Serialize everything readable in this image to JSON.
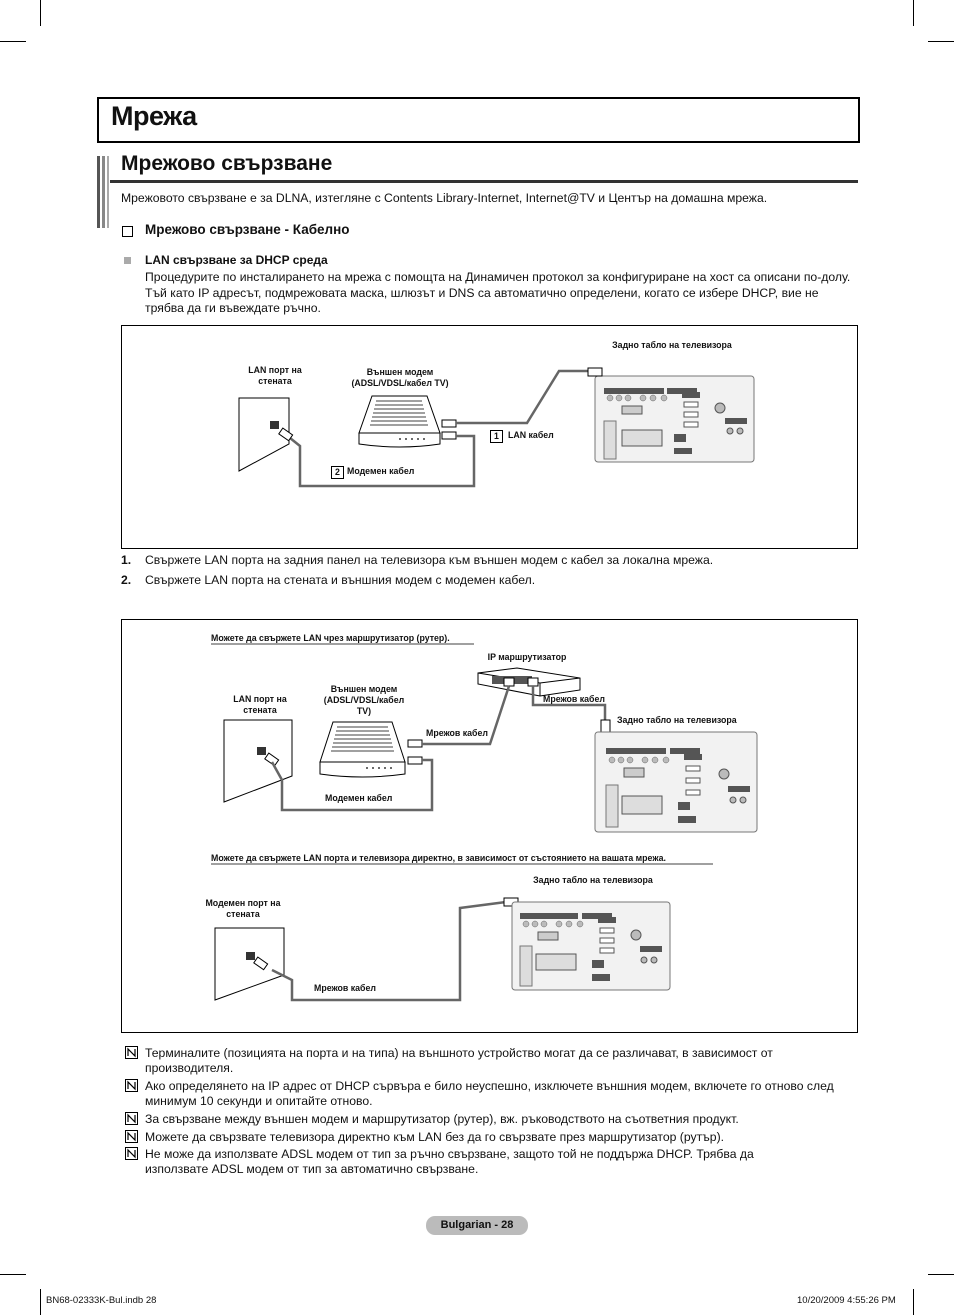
{
  "page": {
    "title": "Мрежа",
    "section_title": "Мрежово свързване",
    "intro": "Мрежовото свързване е за DLNA, изтегляне с Contents Library-Internet, Internet@TV и Център на домашна мрежа.",
    "subsection_title": "Мрежово свързване - Кабелно",
    "bullet_title": "LAN свързване за DHCP среда",
    "bullet_lines": [
      "Процедурите по инсталирането на мрежа с помощта на Динамичен протокол за конфигуриране на хост са описани по-долу.",
      "Тъй като IP адресът, подмрежовата маска, шлюзът и DNS са автоматично определени, когато се избере DHCP, вие не",
      "трябва да ги въвеждате ръчно."
    ]
  },
  "diagram1": {
    "wall_label": [
      "LAN порт на",
      "стената"
    ],
    "modem_label": [
      "Външен модем",
      "(ADSL/VDSL/кабел TV)"
    ],
    "tv_label": "Задно табло на телевизора",
    "cable1_num": "1",
    "cable1_label": "LAN кабел",
    "cable2_num": "2",
    "cable2_label": "Модемен кабел"
  },
  "steps": [
    {
      "num": "1.",
      "text": "Свържете LAN порта на задния панел на телевизора към външен модем с кабел за локална мрежа."
    },
    {
      "num": "2.",
      "text": "Свържете LAN порта на стената и външния модем с модемен кабел."
    }
  ],
  "diagram2": {
    "caption_router": "Можете да свържете LAN чрез маршрутизатор (рутер).",
    "router_label": "IP маршрутизатор",
    "wall_label": [
      "LAN порт на",
      "стената"
    ],
    "modem_label": [
      "Външен модем",
      "(ADSL/VDSL/кабел",
      "TV)"
    ],
    "net_cable_label": "Мрежов кабел",
    "net_cable_label2": "Мрежов кабел",
    "tv_label": "Задно табло на телевизора",
    "modem_cable_label": "Модемен кабел",
    "caption_direct": "Можете да свържете LAN порта и телевизора директно, в зависимост от състоянието на вашата мрежа.",
    "tv_label2": "Задно табло на телевизора",
    "wall2_label": [
      "Модемен порт на",
      "стената"
    ],
    "net_cable_label3": "Мрежов кабел"
  },
  "notes": [
    [
      "Терминалите (позицията на порта и на типа) на външното устройство могат да се различават, в зависимост от",
      "производителя."
    ],
    [
      "Ако определянето на IP адрес от DHCP сървъра е било неуспешно, изключете външния модем, включете го отново след",
      "минимум 10 секунди и опитайте отново."
    ],
    [
      "За свързване между външен модем и маршрутизатор (рутер), вж. ръководството на съответния продукт."
    ],
    [
      "Можете да свързвате телевизора директно към LAN без да го свързвате през маршрутизатор (рутър)."
    ],
    [
      "Не може да използвате ADSL модем от тип за ръчно свързване, защото той не поддържа DHCP. Трябва да",
      "използвате ADSL модем от тип за автоматично свързване."
    ]
  ],
  "footer": {
    "page_label": "Bulgarian - 28",
    "file_name": "BN68-02333K-Bul.indb   28",
    "timestamp": "10/20/2009   4:55:26 PM"
  }
}
